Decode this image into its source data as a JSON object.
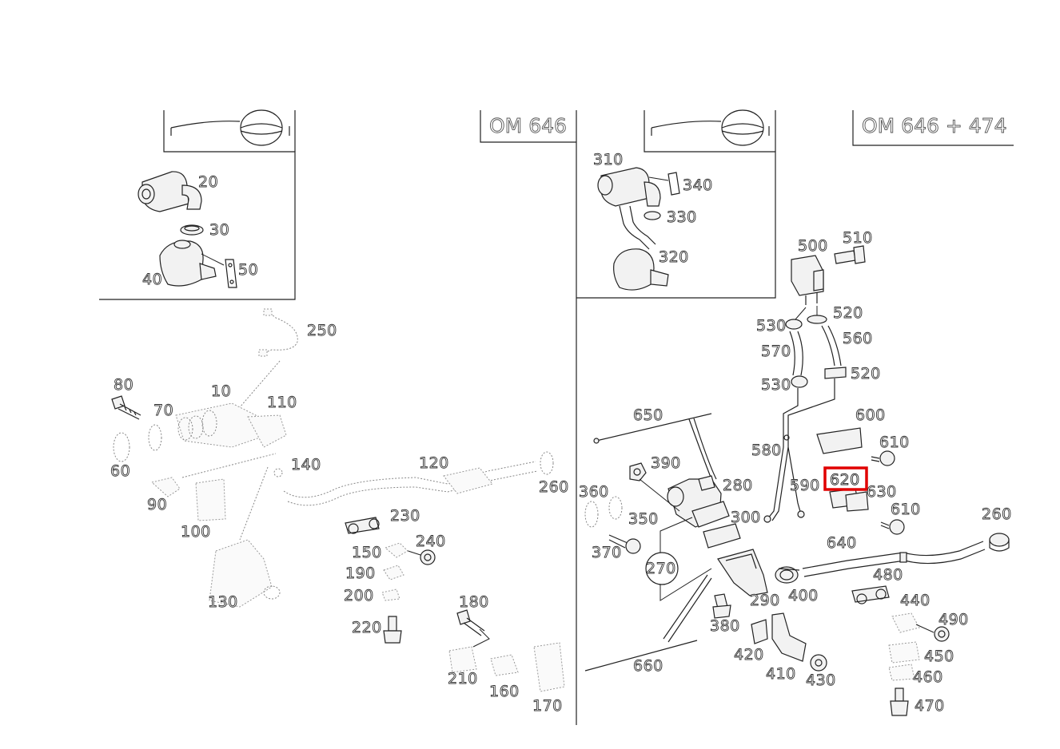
{
  "panels": {
    "left": {
      "engine_code": "OM 646"
    },
    "right": {
      "engine_code": "OM 646 + 474"
    }
  },
  "selected_part": "620",
  "left_labels": {
    "p20": "20",
    "p30": "30",
    "p40": "40",
    "p50": "50",
    "p250": "250",
    "p80": "80",
    "p10": "10",
    "p110": "110",
    "p70": "70",
    "p60": "60",
    "p140": "140",
    "p120": "120",
    "p260": "260",
    "p90": "90",
    "p100": "100",
    "p130": "130",
    "p230": "230",
    "p150": "150",
    "p240": "240",
    "p190": "190",
    "p200": "200",
    "p220": "220",
    "p180": "180",
    "p210": "210",
    "p160": "160",
    "p170": "170"
  },
  "right_labels": {
    "p310": "310",
    "p340": "340",
    "p330": "330",
    "p320": "320",
    "p500": "500",
    "p510": "510",
    "p520a": "520",
    "p530a": "530",
    "p560": "560",
    "p570": "570",
    "p520b": "520",
    "p530b": "530",
    "p600": "600",
    "p650": "650",
    "p610a": "610",
    "p390": "390",
    "p580": "580",
    "p590": "590",
    "p620": "620",
    "p630": "630",
    "p360": "360",
    "p280": "280",
    "p350": "350",
    "p300": "300",
    "p610b": "610",
    "p260": "260",
    "p370": "370",
    "p640": "640",
    "p270": "270",
    "p480": "480",
    "p290": "290",
    "p400": "400",
    "p440": "440",
    "p380": "380",
    "p490": "490",
    "p420": "420",
    "p450": "450",
    "p660": "660",
    "p410": "410",
    "p430": "430",
    "p460": "460",
    "p470": "470"
  }
}
